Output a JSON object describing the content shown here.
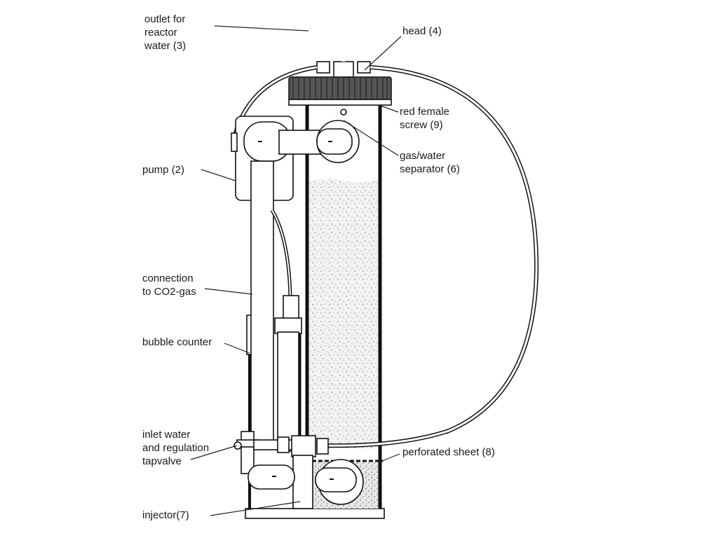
{
  "labels": {
    "outlet": "outlet for\nreactor\nwater (3)",
    "head": "head (4)",
    "red_screw": "red female\nscrew (9)",
    "separator": "gas/water\nseparator (6)",
    "pump": "pump (2)",
    "co2": "connection\nto CO2-gas",
    "bubble": "bubble counter",
    "inlet": "inlet water\nand regulation\ntapvalve",
    "perforated": "perforated sheet (8)",
    "injector": "injector(7)"
  }
}
